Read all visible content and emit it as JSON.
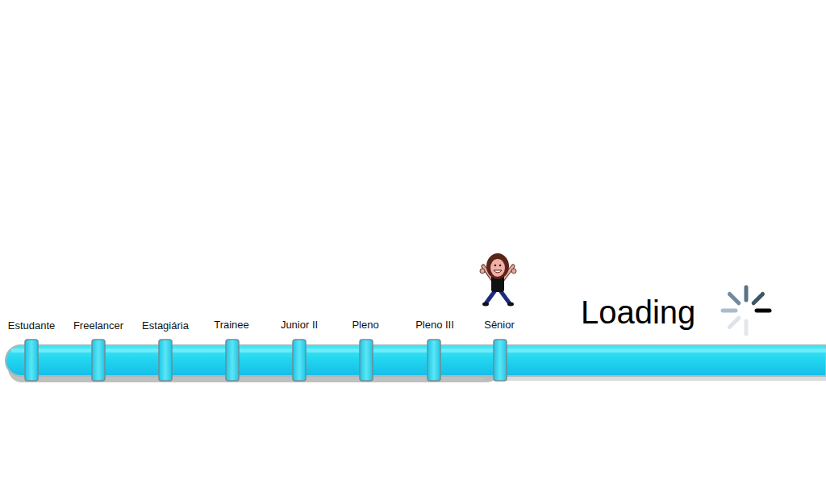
{
  "diagram": {
    "labels": [
      "Estudante",
      "Freelancer",
      "Estagiária",
      "Trainee",
      "Junior II",
      "Pleno",
      "Pleno III",
      "Sênior",
      "Loading"
    ]
  }
}
